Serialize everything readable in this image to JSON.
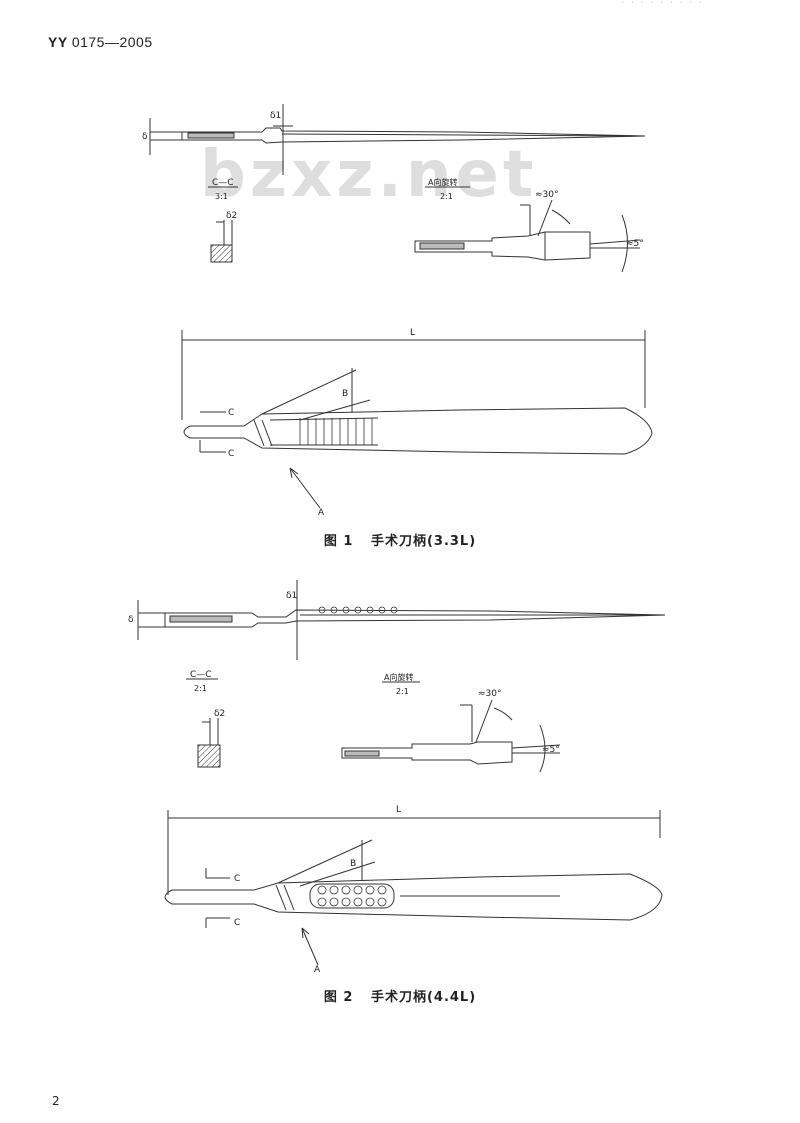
{
  "header": {
    "standard": "YY",
    "number": "0175—2005",
    "top_right": "· · · · · · · · ·"
  },
  "watermark": "bzxz.net",
  "figure1": {
    "caption_label": "图 1",
    "caption_title": "手术刀柄(3.3L)",
    "section_title": "C—C",
    "section_scale": "3:1",
    "view_title": "A向旋转",
    "view_scale": "2:1",
    "angle1": "≈30°",
    "angle2": "≈5°",
    "dim_delta": "δ",
    "dim_delta1": "δ1",
    "dim_delta2": "δ2",
    "dim_L": "L",
    "dim_B": "B",
    "mark_C": "C",
    "mark_A": "A"
  },
  "figure2": {
    "caption_label": "图 2",
    "caption_title": "手术刀柄(4.4L)",
    "section_title": "C—C",
    "section_scale": "2:1",
    "view_title": "A向旋转",
    "view_scale": "2:1",
    "angle1": "≈30°",
    "angle2": "≈5°",
    "dim_delta": "δ",
    "dim_delta1": "δ1",
    "dim_delta2": "δ2",
    "dim_L": "L",
    "dim_B": "B",
    "mark_C": "C",
    "mark_A": "A"
  },
  "page_number": "2"
}
